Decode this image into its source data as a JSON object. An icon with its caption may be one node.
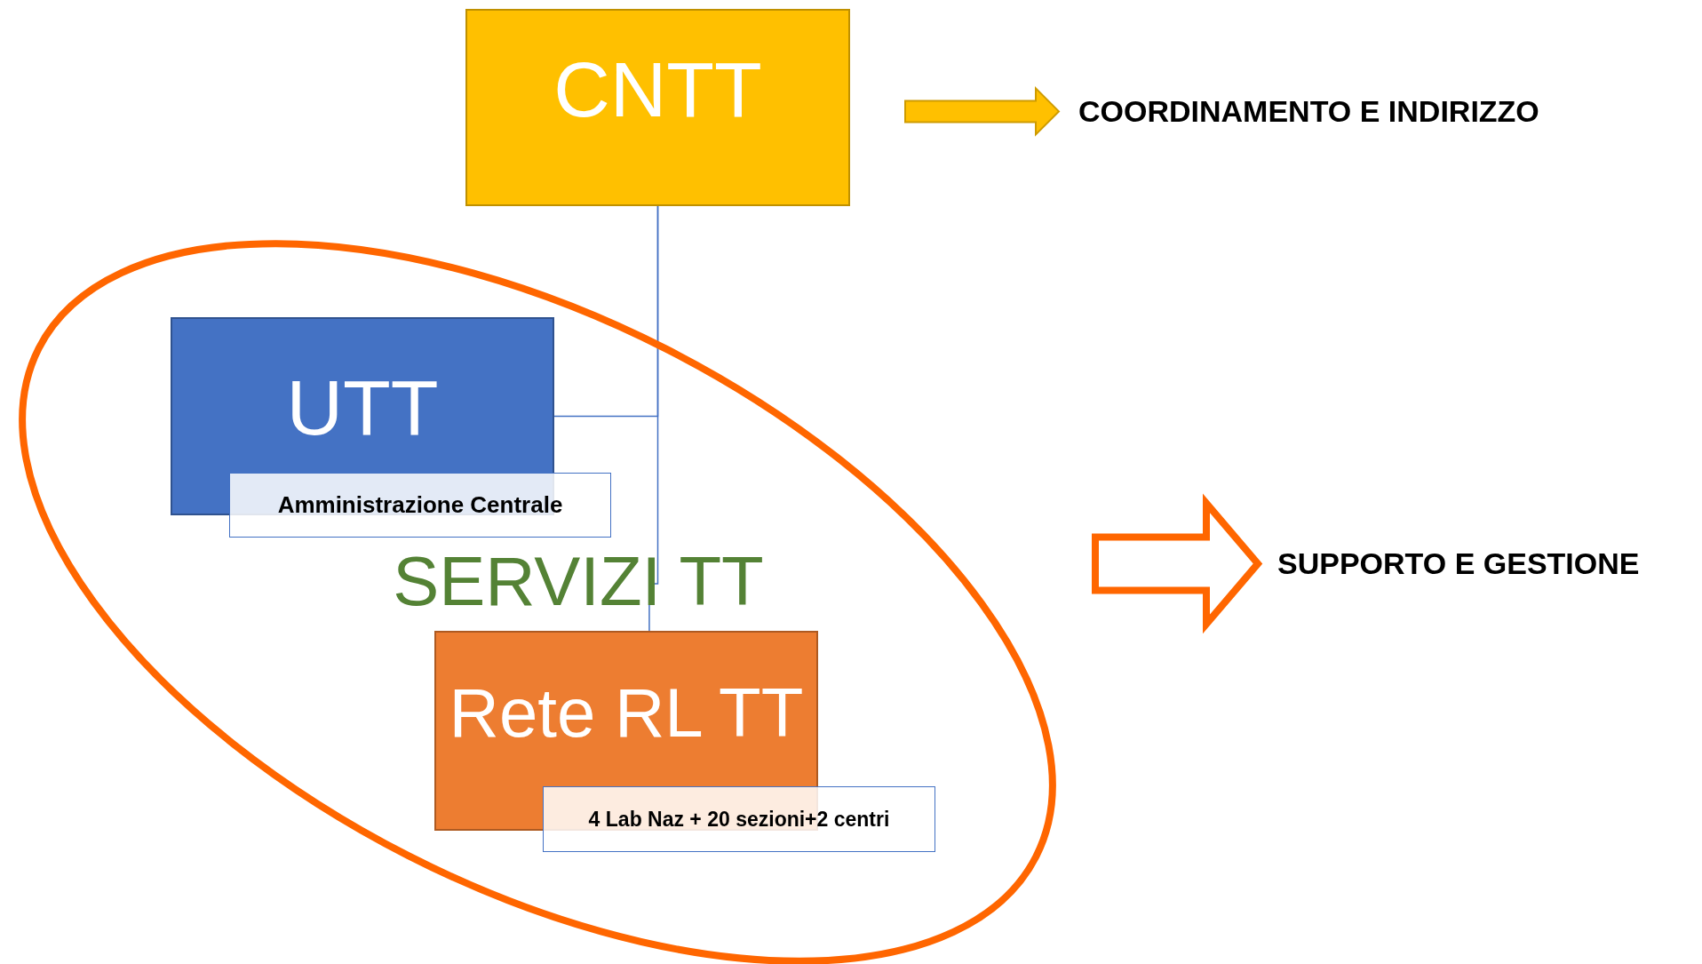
{
  "diagram": {
    "nodes": [
      {
        "text": [
          "CNTT"
        ]
      },
      {
        "text": [
          "COORDINAMENTO E INDIRIZZO"
        ]
      },
      {
        "text": [
          "SERVIZI TT"
        ]
      },
      {
        "text": [
          "UTT"
        ],
        "in": 2
      },
      {
        "text": [
          "Amministrazione Centrale"
        ],
        "in": 2
      },
      {
        "text": [
          "SUPPORTO E GESTIONE"
        ]
      },
      {
        "text": [
          "Rete RL TT"
        ],
        "in": 2
      },
      {
        "text": [
          "4 Lab Naz + 20 sezioni+2 centri"
        ],
        "in": 2
      }
    ],
    "edges": [
      {
        "from": 0,
        "to": 3,
        "arrow": "none"
      },
      {
        "from": 0,
        "to": 6,
        "arrow": "none"
      },
      {
        "from": null,
        "to": 1,
        "arrow": "to",
        "style": "thick",
        "color": "#ffc000"
      },
      {
        "from": null,
        "to": 5,
        "arrow": "to",
        "style": "thick",
        "color": "#ff6600"
      }
    ]
  }
}
